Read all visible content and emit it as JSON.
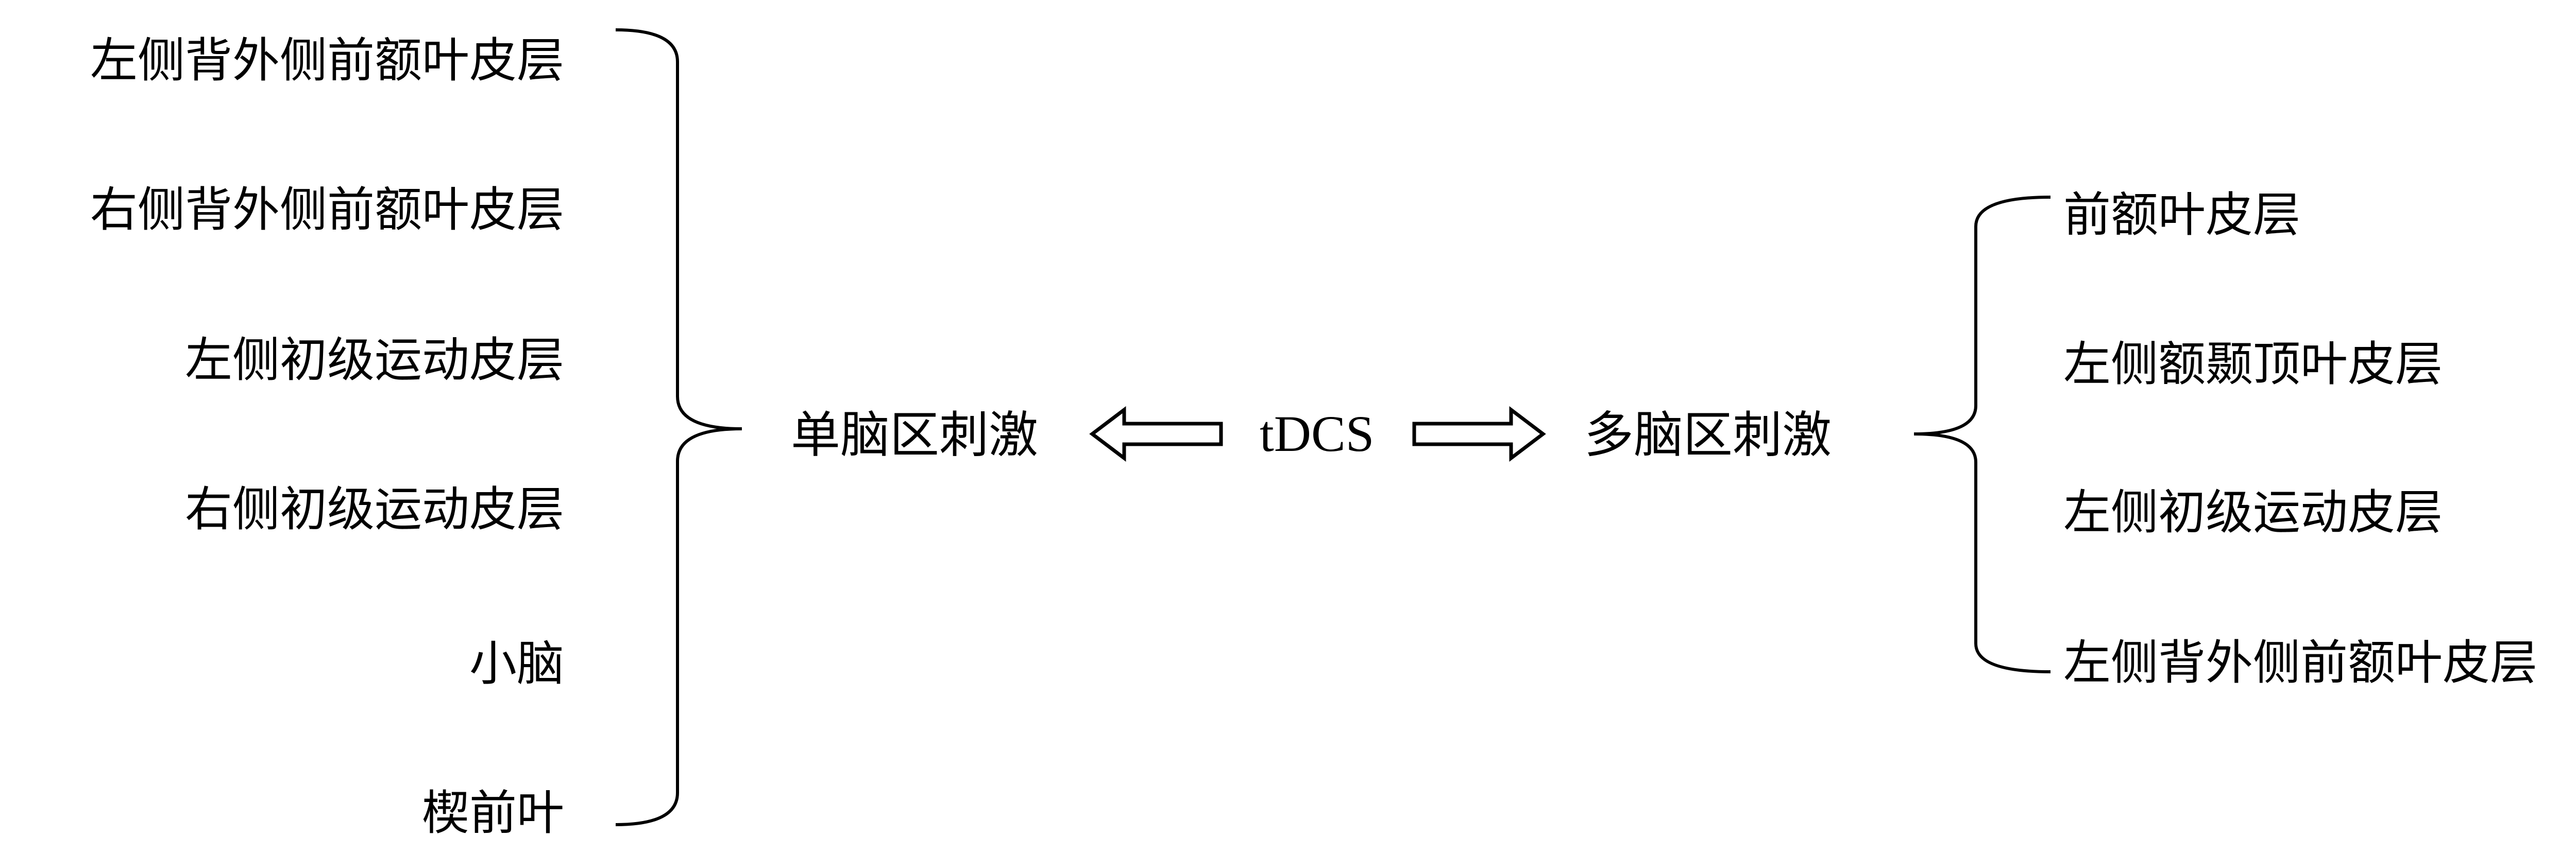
{
  "center": {
    "label": "tDCS"
  },
  "single_region": {
    "label": "单脑区刺激",
    "targets": [
      "左侧背外侧前额叶皮层",
      "右侧背外侧前额叶皮层",
      "左侧初级运动皮层",
      "右侧初级运动皮层",
      "小脑",
      "楔前叶"
    ]
  },
  "multi_region": {
    "label": "多脑区刺激",
    "targets": [
      "前额叶皮层",
      "左侧额颞顶叶皮层",
      "左侧初级运动皮层",
      "左侧背外侧前额叶皮层"
    ]
  },
  "colors": {
    "stroke": "#000000",
    "text": "#000000",
    "background": "#ffffff"
  }
}
